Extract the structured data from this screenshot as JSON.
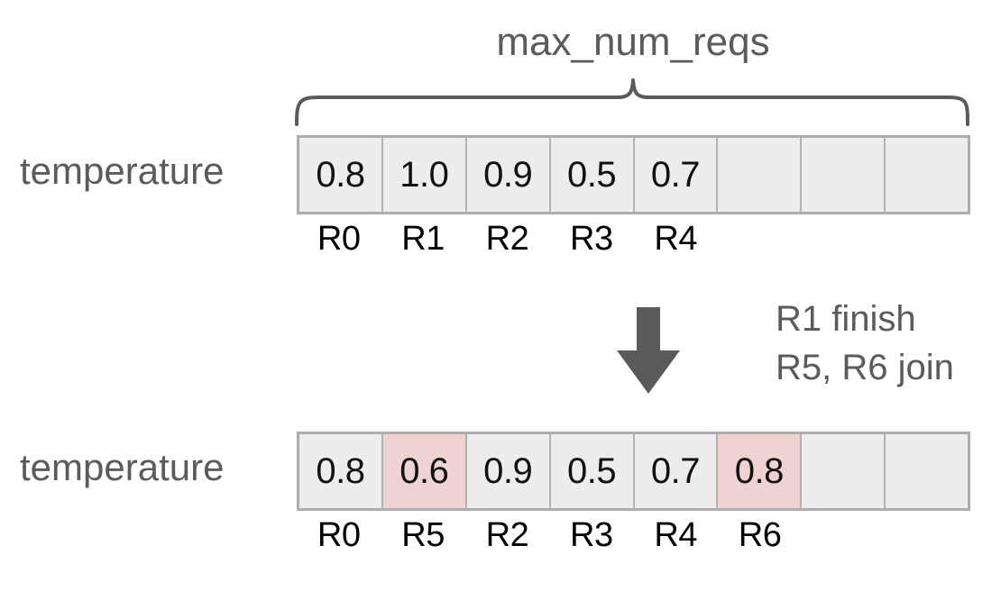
{
  "diagram": {
    "span_label": "max_num_reqs",
    "arrow_icon": "down-arrow-icon",
    "notes": [
      "R1 finish",
      "R5, R6 join"
    ],
    "colors": {
      "cell_background": "#ededed",
      "cell_highlight": "#efd2d2",
      "cell_border": "#b3b3b3",
      "table_border": "#adadad",
      "label_text": "#5b5b5b",
      "value_text": "#111111",
      "arrow_fill": "#5a5a5a"
    },
    "rows": [
      {
        "label": "temperature",
        "num_cells": 8,
        "cells": [
          {
            "value": "0.8",
            "highlight": false,
            "empty": false
          },
          {
            "value": "1.0",
            "highlight": false,
            "empty": false
          },
          {
            "value": "0.9",
            "highlight": false,
            "empty": false
          },
          {
            "value": "0.5",
            "highlight": false,
            "empty": false
          },
          {
            "value": "0.7",
            "highlight": false,
            "empty": false
          },
          {
            "value": "",
            "highlight": false,
            "empty": true
          },
          {
            "value": "",
            "highlight": false,
            "empty": true
          },
          {
            "value": "",
            "highlight": false,
            "empty": true
          }
        ],
        "ticks": [
          {
            "value": "R0",
            "blank": false
          },
          {
            "value": "R1",
            "blank": false
          },
          {
            "value": "R2",
            "blank": false
          },
          {
            "value": "R3",
            "blank": false
          },
          {
            "value": "R4",
            "blank": false
          },
          {
            "value": "",
            "blank": true
          },
          {
            "value": "",
            "blank": true
          },
          {
            "value": "",
            "blank": true
          }
        ]
      },
      {
        "label": "temperature",
        "num_cells": 8,
        "cells": [
          {
            "value": "0.8",
            "highlight": false,
            "empty": false
          },
          {
            "value": "0.6",
            "highlight": true,
            "empty": false
          },
          {
            "value": "0.9",
            "highlight": false,
            "empty": false
          },
          {
            "value": "0.5",
            "highlight": false,
            "empty": false
          },
          {
            "value": "0.7",
            "highlight": false,
            "empty": false
          },
          {
            "value": "0.8",
            "highlight": true,
            "empty": false
          },
          {
            "value": "",
            "highlight": false,
            "empty": true
          },
          {
            "value": "",
            "highlight": false,
            "empty": true
          }
        ],
        "ticks": [
          {
            "value": "R0",
            "blank": false
          },
          {
            "value": "R5",
            "blank": false
          },
          {
            "value": "R2",
            "blank": false
          },
          {
            "value": "R3",
            "blank": false
          },
          {
            "value": "R4",
            "blank": false
          },
          {
            "value": "R6",
            "blank": false
          },
          {
            "value": "",
            "blank": true
          },
          {
            "value": "",
            "blank": true
          }
        ]
      }
    ]
  }
}
